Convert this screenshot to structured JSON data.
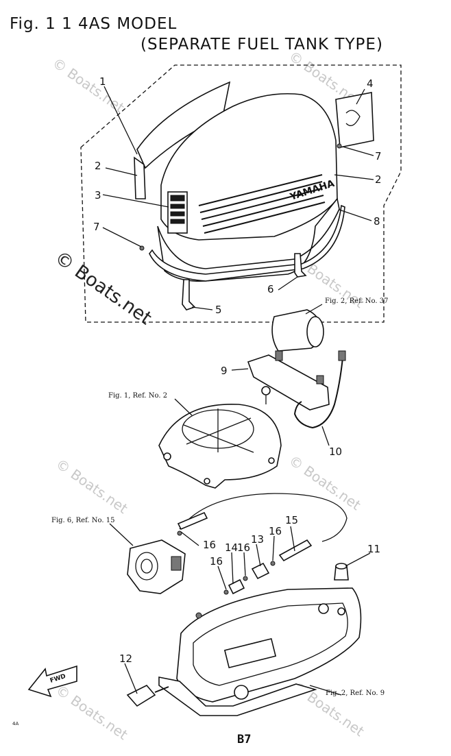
{
  "title": {
    "line1": "Fig. 1 1   4AS MODEL",
    "line2": "(SEPARATE FUEL TANK TYPE)"
  },
  "callouts": [
    "1",
    "2",
    "3",
    "4",
    "7",
    "2",
    "8",
    "7",
    "6",
    "5",
    "9",
    "10",
    "11",
    "12",
    "13",
    "14",
    "15",
    "16",
    "16",
    "16",
    "16"
  ],
  "refs": {
    "fig2_ref37": "Fig. 2, Ref. No. 37",
    "fig1_ref2": "Fig. 1, Ref. No. 2",
    "fig6_ref15": "Fig. 6, Ref. No. 15",
    "fig2_ref9": "Fig. 2, Ref. No. 9"
  },
  "brand": "YAMAHA",
  "fwd": "FWD",
  "watermark": "© Boats.net",
  "page_code": "B7",
  "corner_mark": "4A"
}
